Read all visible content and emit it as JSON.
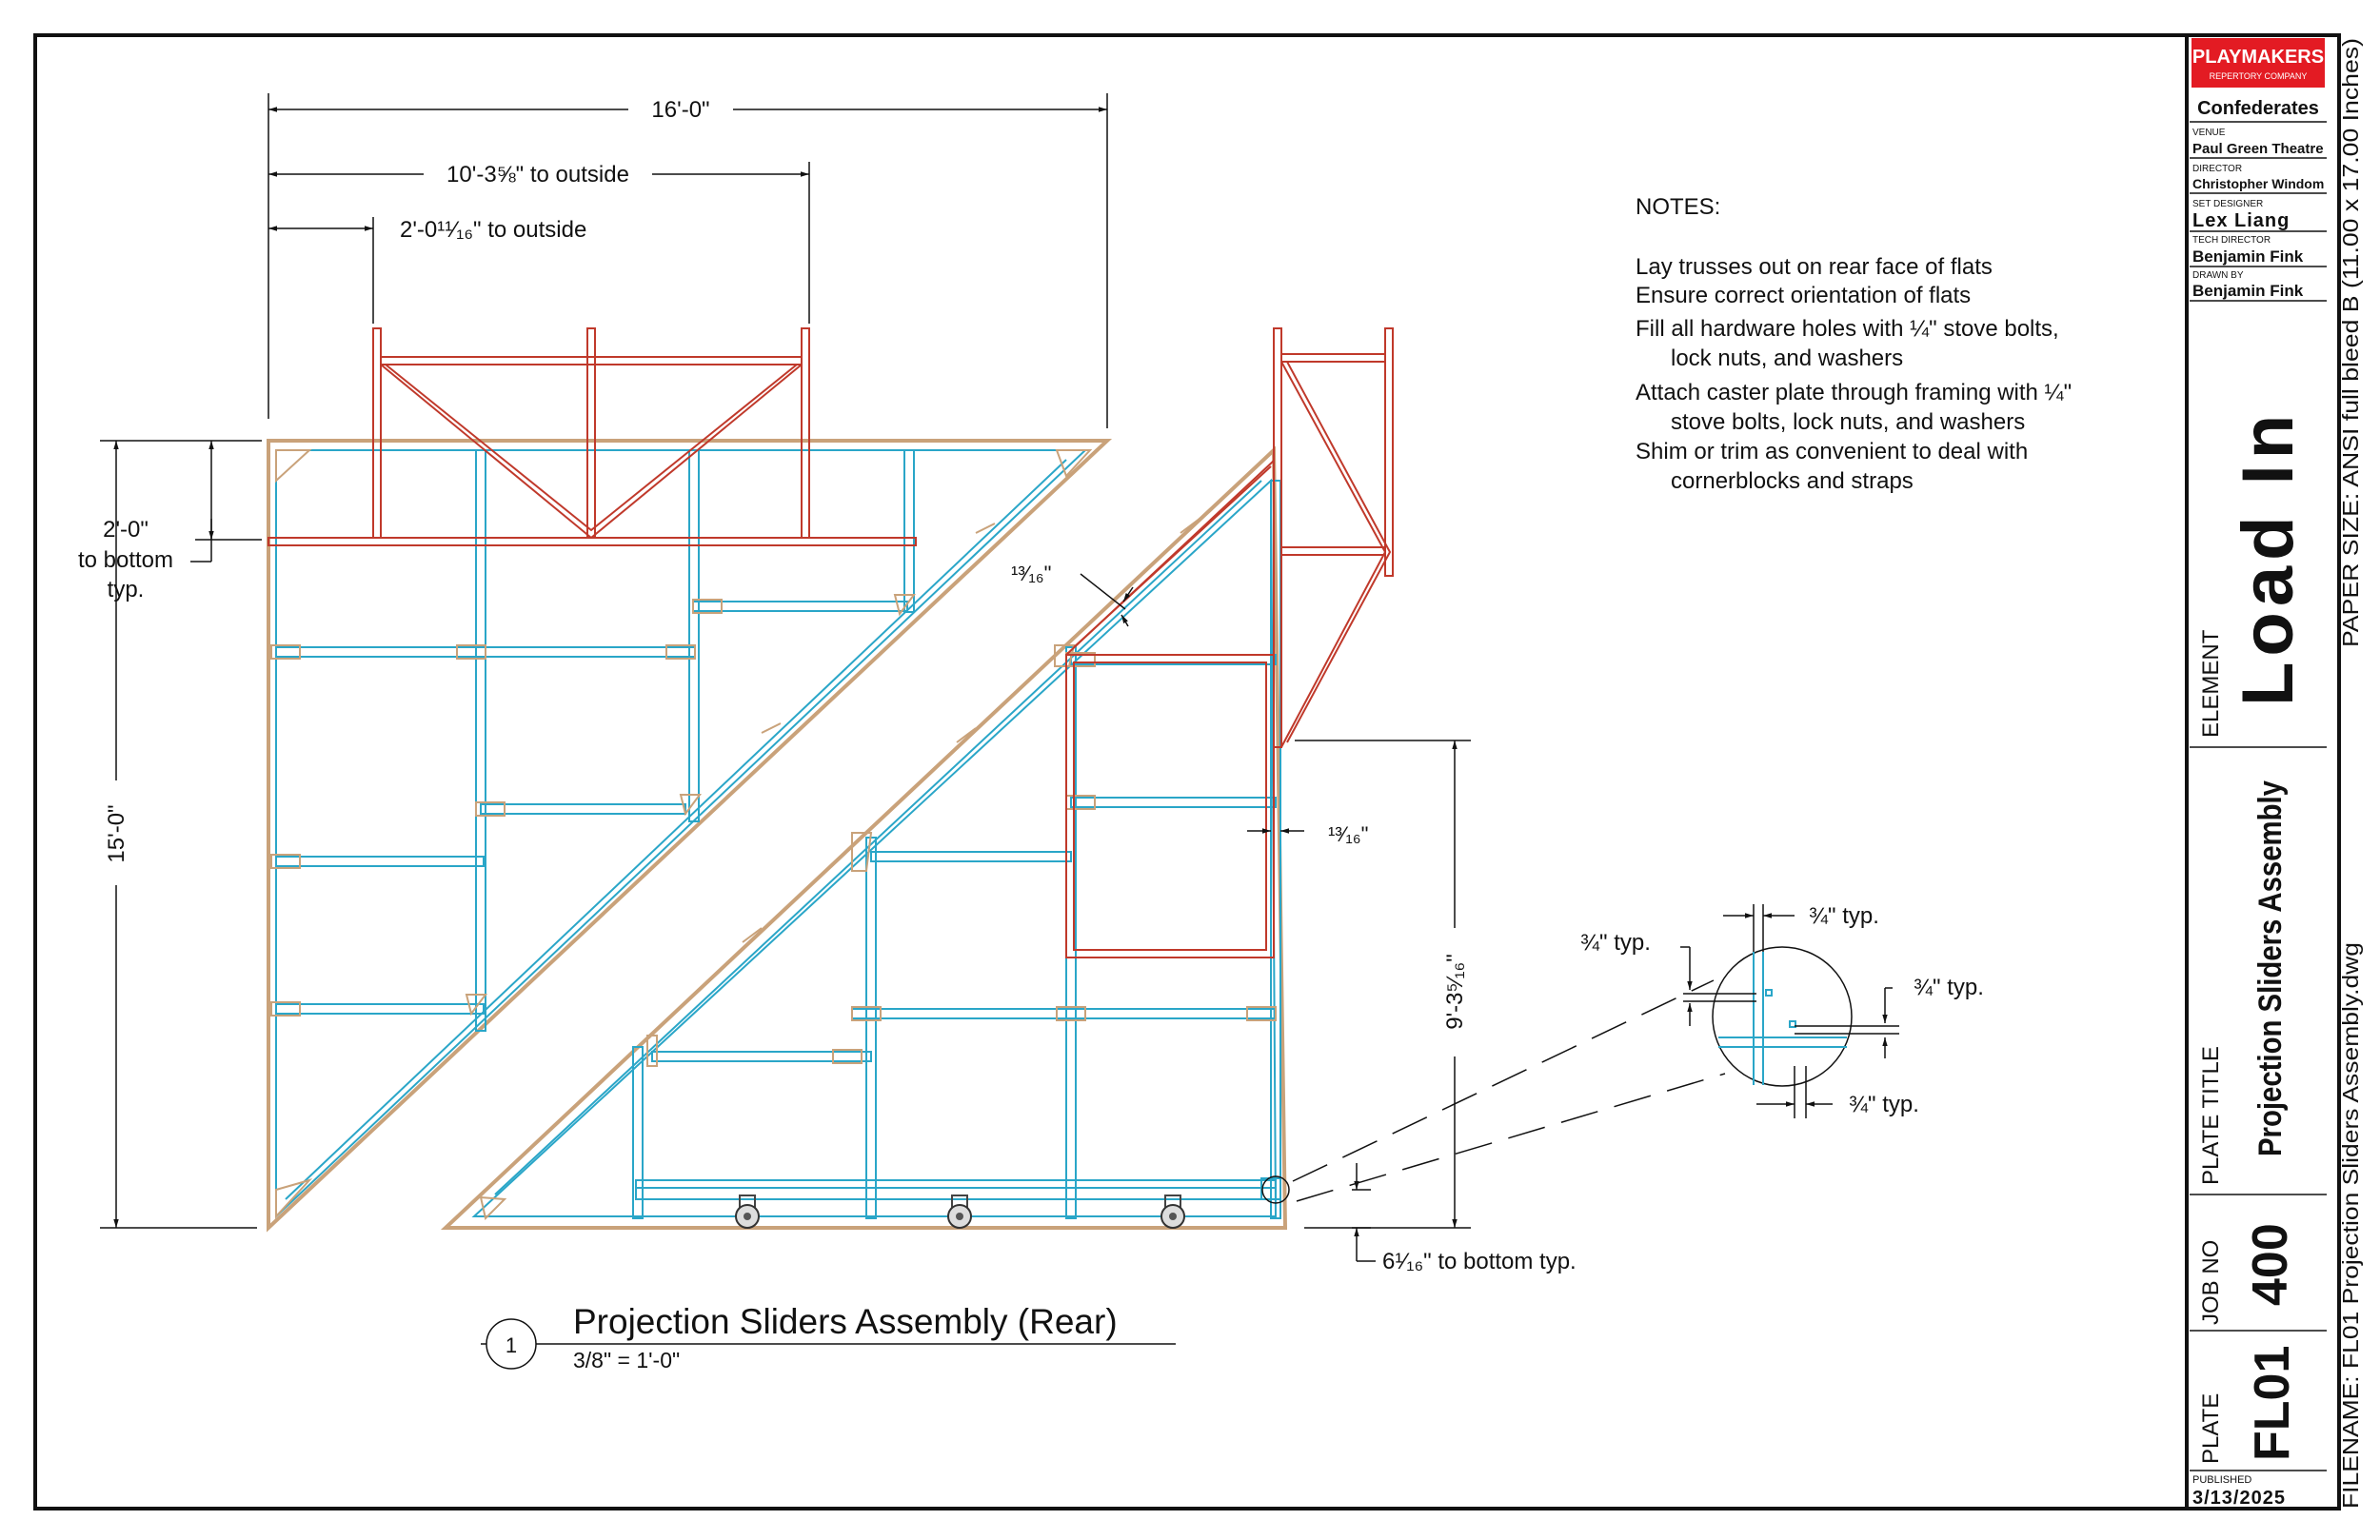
{
  "drawing": {
    "dims": {
      "overall_width": "16'-0\"",
      "outside_width": "10'-3⅝\" to outside",
      "post_offset": "2'-0¹¹⁄₁₆\" to outside",
      "truss_height_1": "2'-0\"",
      "truss_height_2": "to bottom",
      "truss_height_3": "typ.",
      "overall_height": "15'-0\"",
      "chord_thickness": "¹³⁄₁₆\"",
      "side_thickness": "¹³⁄₁₆\"",
      "right_height": "9'-3⁵⁄₁₆\"",
      "caster_offset": "6¹⁄₁₆\" to bottom typ.",
      "detail_1": "¾\" typ.",
      "detail_2": "¾\" typ.",
      "detail_3": "¾\" typ.",
      "detail_4": "¾\" typ."
    },
    "notes": {
      "heading": "NOTES:",
      "line1": "Lay trusses out on rear face of flats",
      "line2": "Ensure correct orientation of flats",
      "line3a": "Fill all hardware holes with ¼\" stove bolts,",
      "line3b": "lock nuts, and washers",
      "line4a": "Attach caster plate through framing with ¼\"",
      "line4b": "stove bolts, lock nuts, and washers",
      "line5a": "Shim or trim as convenient to deal with",
      "line5b": "cornerblocks and straps"
    },
    "view_label": {
      "number": "1",
      "title": "Projection Sliders Assembly (Rear)",
      "scale": "3/8\" = 1'-0\""
    },
    "colors": {
      "frame": "#c9a27a",
      "framing": "#2aa6c8",
      "truss": "#c0392b",
      "line": "#111111"
    }
  },
  "title_block": {
    "company_1": "PLAYMAKERS",
    "company_2": "REPERTORY COMPANY",
    "company_color": "#e31b23",
    "show": "Confederates",
    "venue_label": "VENUE",
    "venue": "Paul Green Theatre",
    "director_label": "DIRECTOR",
    "director": "Christopher Windom",
    "designer_label": "SET DESIGNER",
    "designer": "Lex Liang",
    "tech_label": "TECH DIRECTOR",
    "tech": "Benjamin Fink",
    "drawn_label": "DRAWN BY",
    "drawn": "Benjamin Fink",
    "element_label": "ELEMENT",
    "element": "Load In",
    "plate_title_label": "PLATE TITLE",
    "plate_title": "Projection Sliders Assembly",
    "job_label": "JOB NO",
    "job": "400",
    "plate_label": "PLATE",
    "plate": "FL01",
    "published_label": "PUBLISHED",
    "published": "3/13/2025",
    "paper_size": "PAPER SIZE: ANSI full bleed B (11.00 x 17.00 Inches)",
    "filename": "FILENAME: FL01 Projection Sliders Assembly.dwg"
  }
}
